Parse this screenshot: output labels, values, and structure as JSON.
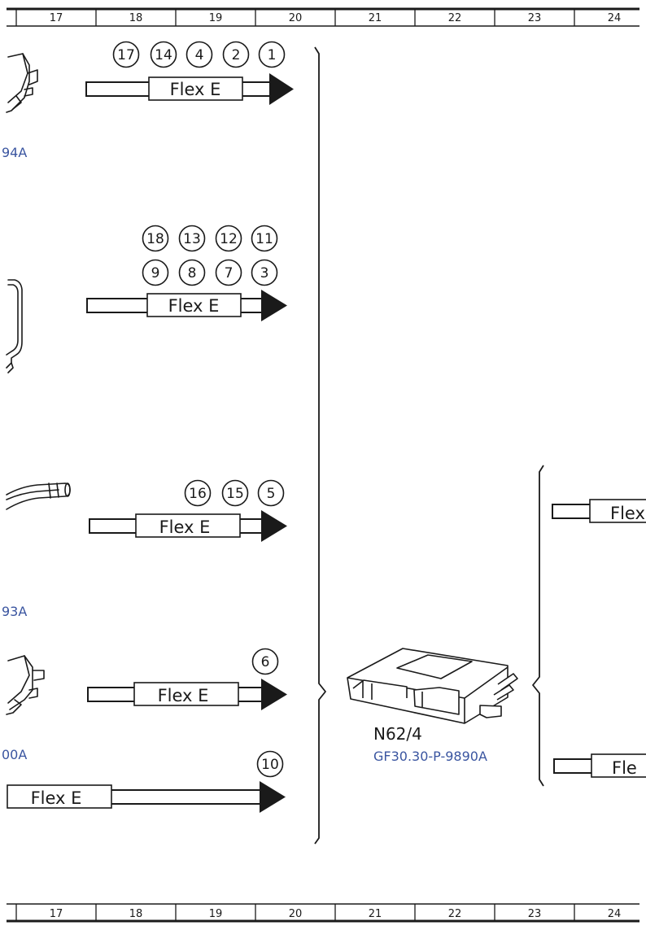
{
  "grid": {
    "top_labels": [
      "17",
      "18",
      "19",
      "20",
      "21",
      "22",
      "23",
      "24"
    ],
    "bottom_labels": [
      "17",
      "18",
      "19",
      "20",
      "21",
      "22",
      "23",
      "24"
    ]
  },
  "cut_refs": {
    "ref_a": "94A",
    "ref_b": "93A",
    "ref_c": "00A"
  },
  "connectors": [
    {
      "label": "Flex E",
      "pins": [
        "17",
        "14",
        "4",
        "2",
        "1"
      ]
    },
    {
      "label": "Flex E",
      "pins": [
        "18",
        "13",
        "12",
        "11",
        "9",
        "8",
        "7",
        "3"
      ]
    },
    {
      "label": "Flex E",
      "pins": [
        "16",
        "15",
        "5"
      ]
    },
    {
      "label": "Flex E",
      "pins": [
        "6"
      ]
    },
    {
      "label": "Flex E",
      "pins": [
        "10"
      ]
    }
  ],
  "right_connectors": [
    {
      "label": "Flex"
    },
    {
      "label": "Fle"
    }
  ],
  "module": {
    "name": "N62/4",
    "ref": "GF30.30-P-9890A"
  },
  "colors": {
    "ink": "#1a1a1a",
    "reference_blue": "#3a55a0"
  }
}
